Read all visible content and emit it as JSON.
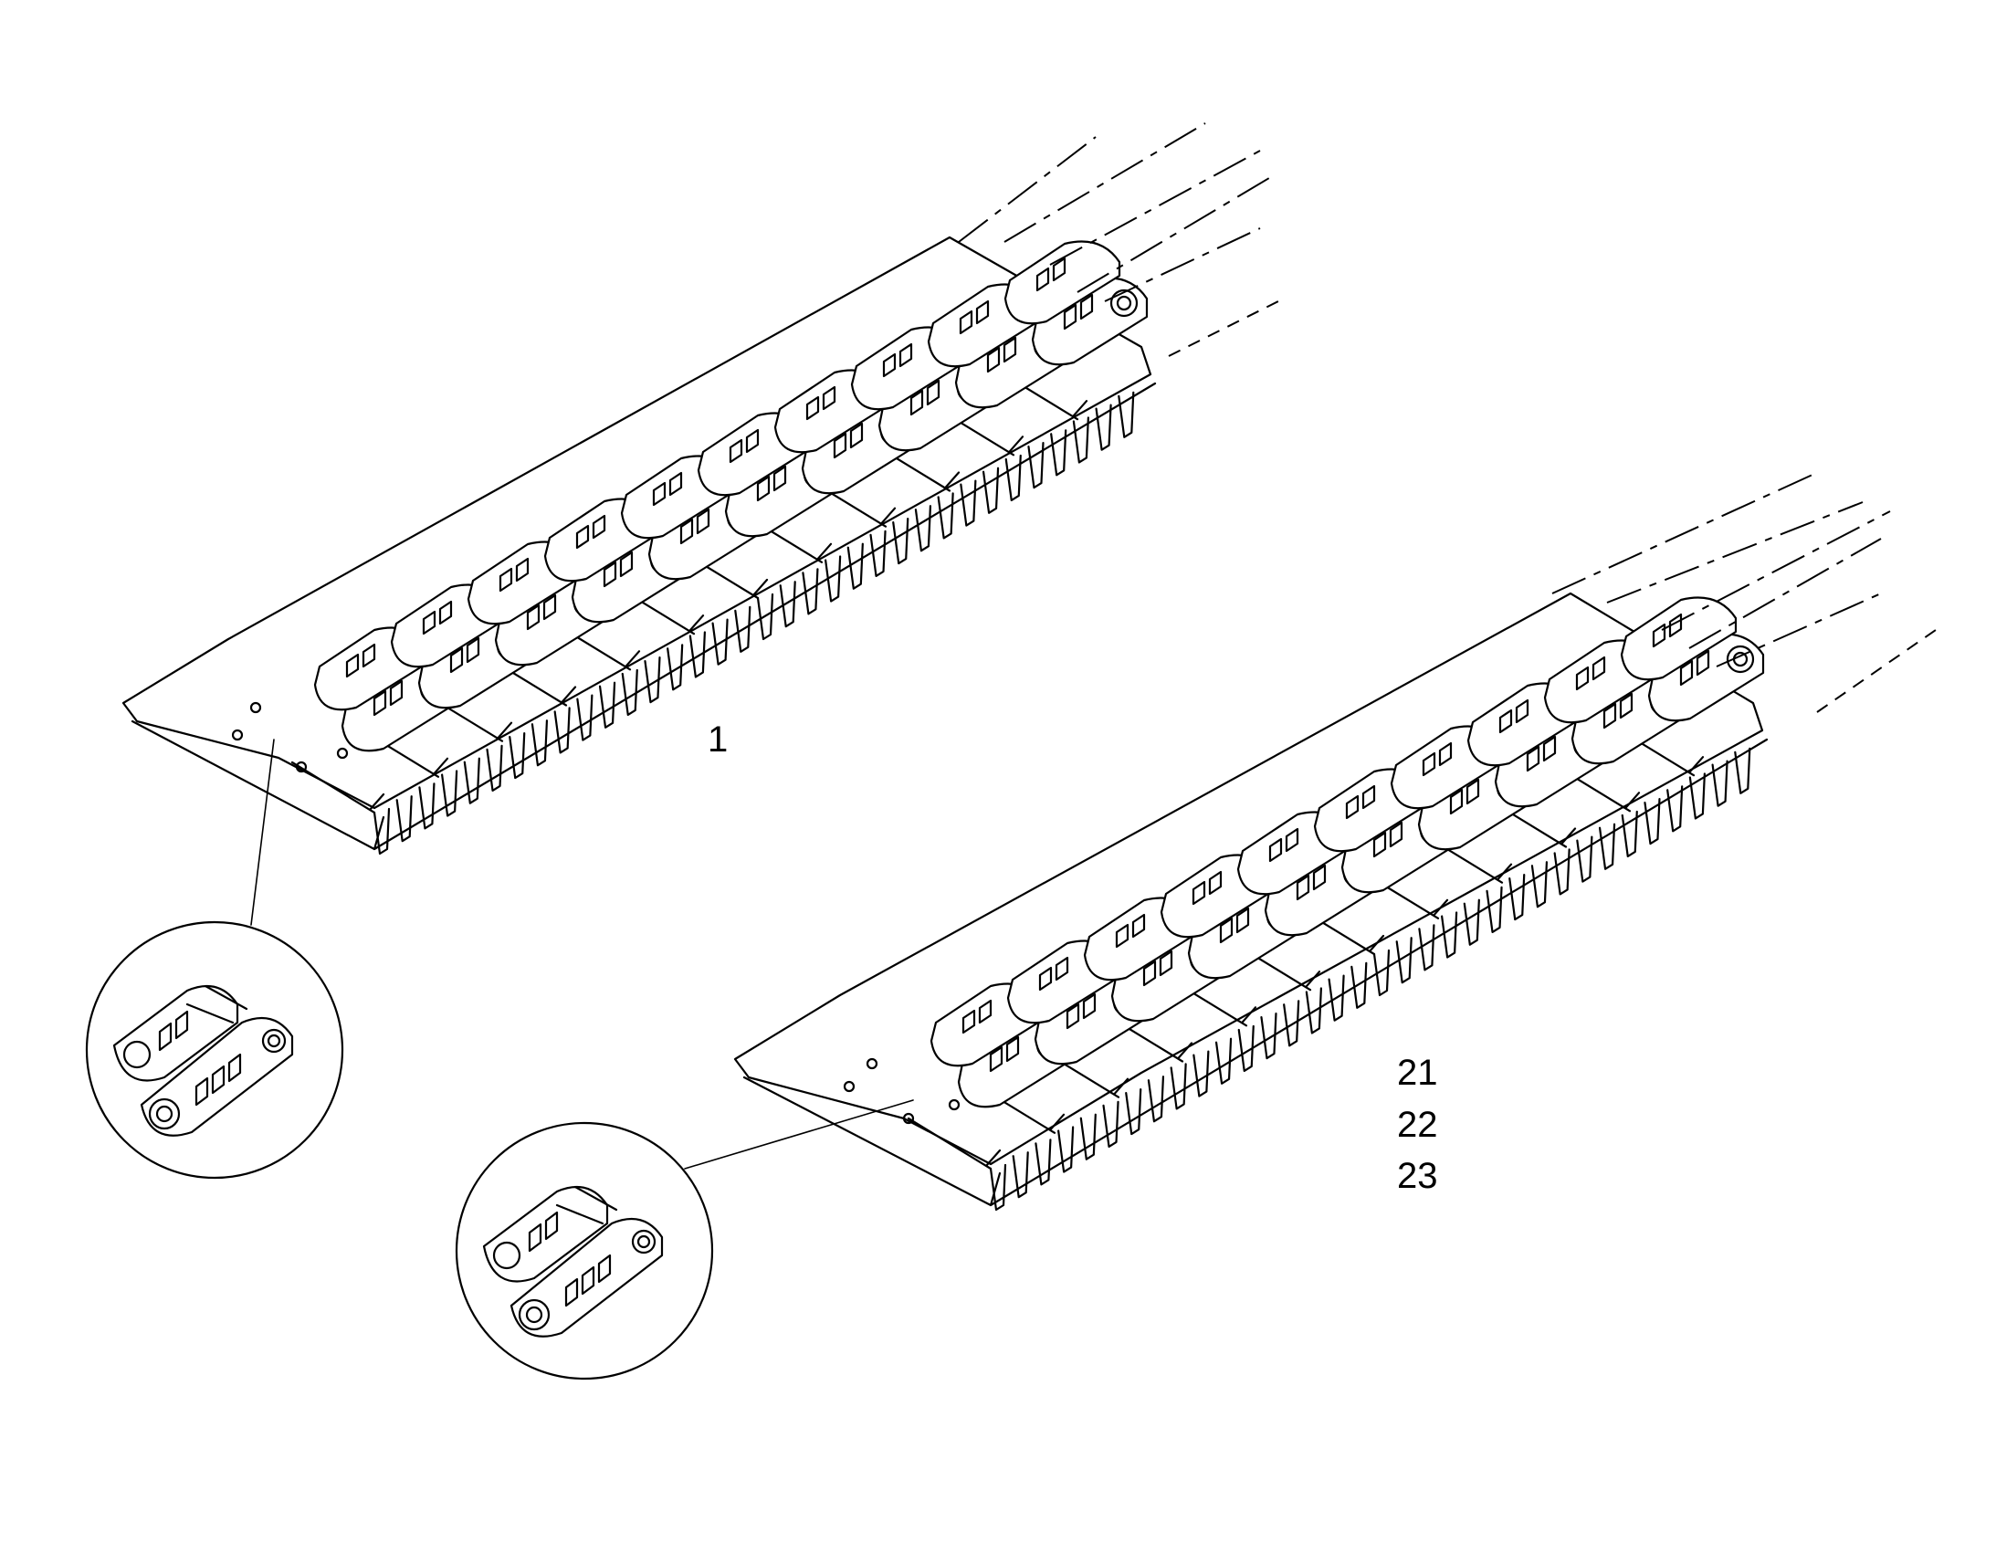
{
  "callouts": [
    {
      "id": "c1",
      "text": "1"
    },
    {
      "id": "c21",
      "text": "21"
    },
    {
      "id": "c22",
      "text": "22"
    },
    {
      "id": "c23",
      "text": "23"
    }
  ]
}
